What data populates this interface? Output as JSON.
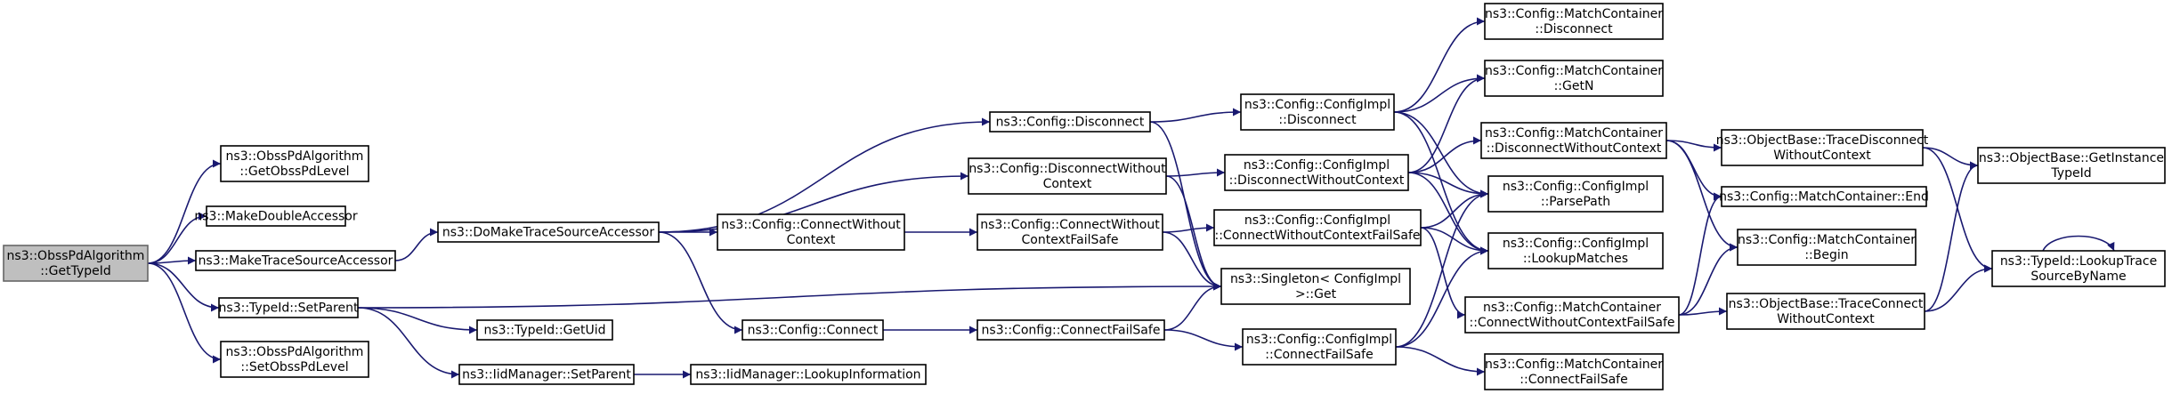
{
  "colors": {
    "edge": "#191970",
    "node_border": "#000000",
    "root_fill": "#bfbfbf",
    "background": "#ffffff"
  },
  "nodes": [
    {
      "id": "root",
      "lines": [
        "ns3::ObssPdAlgorithm",
        "::GetTypeId"
      ]
    },
    {
      "id": "getObss",
      "lines": [
        "ns3::ObssPdAlgorithm",
        "::GetObssPdLevel"
      ]
    },
    {
      "id": "makeDouble",
      "lines": [
        "ns3::MakeDoubleAccessor"
      ]
    },
    {
      "id": "makeTrace",
      "lines": [
        "ns3::MakeTraceSourceAccessor"
      ]
    },
    {
      "id": "setParentT",
      "lines": [
        "ns3::TypeId::SetParent"
      ]
    },
    {
      "id": "setObss",
      "lines": [
        "ns3::ObssPdAlgorithm",
        "::SetObssPdLevel"
      ]
    },
    {
      "id": "doMake",
      "lines": [
        "ns3::DoMakeTraceSourceAccessor"
      ]
    },
    {
      "id": "getUid",
      "lines": [
        "ns3::TypeId::GetUid"
      ]
    },
    {
      "id": "iidSetParent",
      "lines": [
        "ns3::IidManager::SetParent"
      ]
    },
    {
      "id": "iidLookup",
      "lines": [
        "ns3::IidManager::LookupInformation"
      ]
    },
    {
      "id": "cfgDisconnect",
      "lines": [
        "ns3::Config::Disconnect"
      ]
    },
    {
      "id": "cfgDisconnectWC",
      "lines": [
        "ns3::Config::DisconnectWithout",
        "Context"
      ]
    },
    {
      "id": "cfgConnectWC",
      "lines": [
        "ns3::Config::ConnectWithout",
        "Context"
      ]
    },
    {
      "id": "cfgConnect",
      "lines": [
        "ns3::Config::Connect"
      ]
    },
    {
      "id": "cfgConnectWCFS",
      "lines": [
        "ns3::Config::ConnectWithout",
        "ContextFailSafe"
      ]
    },
    {
      "id": "cfgConnectFS",
      "lines": [
        "ns3::Config::ConnectFailSafe"
      ]
    },
    {
      "id": "implDisconnect",
      "lines": [
        "ns3::Config::ConfigImpl",
        "::Disconnect"
      ]
    },
    {
      "id": "implDisconnectWC",
      "lines": [
        "ns3::Config::ConfigImpl",
        "::DisconnectWithoutContext"
      ]
    },
    {
      "id": "implConnectWCFS",
      "lines": [
        "ns3::Config::ConfigImpl",
        "::ConnectWithoutContextFailSafe"
      ]
    },
    {
      "id": "singleton",
      "lines": [
        "ns3::Singleton< ConfigImpl",
        ">::Get"
      ]
    },
    {
      "id": "implConnectFS",
      "lines": [
        "ns3::Config::ConfigImpl",
        "::ConnectFailSafe"
      ]
    },
    {
      "id": "mcDisconnect",
      "lines": [
        "ns3::Config::MatchContainer",
        "::Disconnect"
      ]
    },
    {
      "id": "mcGetN",
      "lines": [
        "ns3::Config::MatchContainer",
        "::GetN"
      ]
    },
    {
      "id": "mcDisconnectWC",
      "lines": [
        "ns3::Config::MatchContainer",
        "::DisconnectWithoutContext"
      ]
    },
    {
      "id": "parsePath",
      "lines": [
        "ns3::Config::ConfigImpl",
        "::ParsePath"
      ]
    },
    {
      "id": "lookupMatches",
      "lines": [
        "ns3::Config::ConfigImpl",
        "::LookupMatches"
      ]
    },
    {
      "id": "mcConnectWCFS",
      "lines": [
        "ns3::Config::MatchContainer",
        "::ConnectWithoutContextFailSafe"
      ]
    },
    {
      "id": "mcConnectFS",
      "lines": [
        "ns3::Config::MatchContainer",
        "::ConnectFailSafe"
      ]
    },
    {
      "id": "obTraceDisconnect",
      "lines": [
        "ns3::ObjectBase::TraceDisconnect",
        "WithoutContext"
      ]
    },
    {
      "id": "mcEnd",
      "lines": [
        "ns3::Config::MatchContainer::End"
      ]
    },
    {
      "id": "mcBegin",
      "lines": [
        "ns3::Config::MatchContainer",
        "::Begin"
      ]
    },
    {
      "id": "obTraceConnect",
      "lines": [
        "ns3::ObjectBase::TraceConnect",
        "WithoutContext"
      ]
    },
    {
      "id": "obGetInstance",
      "lines": [
        "ns3::ObjectBase::GetInstance",
        "TypeId"
      ]
    },
    {
      "id": "lookupTrace",
      "lines": [
        "ns3::TypeId::LookupTrace",
        "SourceByName"
      ]
    }
  ],
  "edges": [
    [
      "root",
      "getObss"
    ],
    [
      "root",
      "makeDouble"
    ],
    [
      "root",
      "makeTrace"
    ],
    [
      "root",
      "setParentT"
    ],
    [
      "root",
      "setObss"
    ],
    [
      "makeTrace",
      "doMake"
    ],
    [
      "setParentT",
      "getUid"
    ],
    [
      "setParentT",
      "iidSetParent"
    ],
    [
      "setParentT",
      "singleton"
    ],
    [
      "iidSetParent",
      "iidLookup"
    ],
    [
      "doMake",
      "cfgDisconnect"
    ],
    [
      "doMake",
      "cfgDisconnectWC"
    ],
    [
      "doMake",
      "cfgConnectWC"
    ],
    [
      "doMake",
      "cfgConnect"
    ],
    [
      "cfgDisconnect",
      "implDisconnect"
    ],
    [
      "cfgDisconnect",
      "singleton"
    ],
    [
      "cfgDisconnectWC",
      "implDisconnectWC"
    ],
    [
      "cfgDisconnectWC",
      "singleton"
    ],
    [
      "cfgConnectWC",
      "cfgConnectWCFS"
    ],
    [
      "cfgConnect",
      "cfgConnectFS"
    ],
    [
      "cfgConnectWCFS",
      "implConnectWCFS"
    ],
    [
      "cfgConnectWCFS",
      "singleton"
    ],
    [
      "cfgConnectFS",
      "implConnectFS"
    ],
    [
      "cfgConnectFS",
      "singleton"
    ],
    [
      "implDisconnect",
      "mcDisconnect"
    ],
    [
      "implDisconnect",
      "mcGetN"
    ],
    [
      "implDisconnect",
      "parsePath"
    ],
    [
      "implDisconnect",
      "lookupMatches"
    ],
    [
      "implDisconnectWC",
      "mcGetN"
    ],
    [
      "implDisconnectWC",
      "mcDisconnectWC"
    ],
    [
      "implDisconnectWC",
      "parsePath"
    ],
    [
      "implDisconnectWC",
      "lookupMatches"
    ],
    [
      "implConnectWCFS",
      "parsePath"
    ],
    [
      "implConnectWCFS",
      "lookupMatches"
    ],
    [
      "implConnectWCFS",
      "mcConnectWCFS"
    ],
    [
      "implConnectFS",
      "parsePath"
    ],
    [
      "implConnectFS",
      "lookupMatches"
    ],
    [
      "implConnectFS",
      "mcConnectFS"
    ],
    [
      "mcDisconnectWC",
      "obTraceDisconnect"
    ],
    [
      "mcDisconnectWC",
      "mcEnd"
    ],
    [
      "mcDisconnectWC",
      "mcBegin"
    ],
    [
      "mcConnectWCFS",
      "mcEnd"
    ],
    [
      "mcConnectWCFS",
      "mcBegin"
    ],
    [
      "mcConnectWCFS",
      "obTraceConnect"
    ],
    [
      "obTraceDisconnect",
      "obGetInstance"
    ],
    [
      "obTraceDisconnect",
      "lookupTrace"
    ],
    [
      "obTraceConnect",
      "obGetInstance"
    ],
    [
      "obTraceConnect",
      "lookupTrace"
    ],
    [
      "lookupTrace",
      "lookupTrace"
    ]
  ]
}
